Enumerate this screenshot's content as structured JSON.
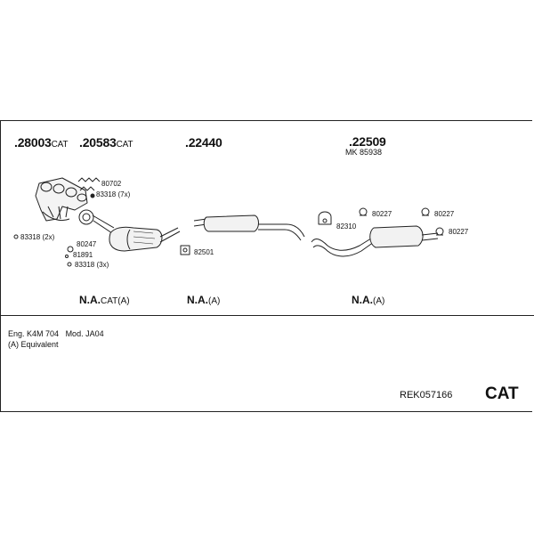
{
  "parts": {
    "p1": {
      "number": "28003",
      "suffix": "CAT"
    },
    "p2": {
      "number": "20583",
      "suffix": "CAT"
    },
    "p3": {
      "number": "22440"
    },
    "p4": {
      "number": "22509",
      "kit": "MK 85938"
    }
  },
  "small_parts": {
    "s80702": "80702",
    "s83318_7x": "83318 (7x)",
    "s83318_2x": "83318 (2x)",
    "s80247": "80247",
    "s81891": "81891",
    "s83318_3x": "83318 (3x)",
    "s82501": "82501",
    "s82310": "82310",
    "s80227a": "80227",
    "s80227b": "80227",
    "s80227c": "80227"
  },
  "na": {
    "n1": {
      "main": "N.A.",
      "suffix": "CAT(A)"
    },
    "n2": {
      "main": "N.A.",
      "suffix": "(A)"
    },
    "n3": {
      "main": "N.A.",
      "suffix": "(A)"
    }
  },
  "footer": {
    "engine": "Eng. K4M 704",
    "model": "Mod. JA04",
    "equivalent": "(A) Equivalent",
    "reference": "REK057166",
    "type": "CAT"
  }
}
